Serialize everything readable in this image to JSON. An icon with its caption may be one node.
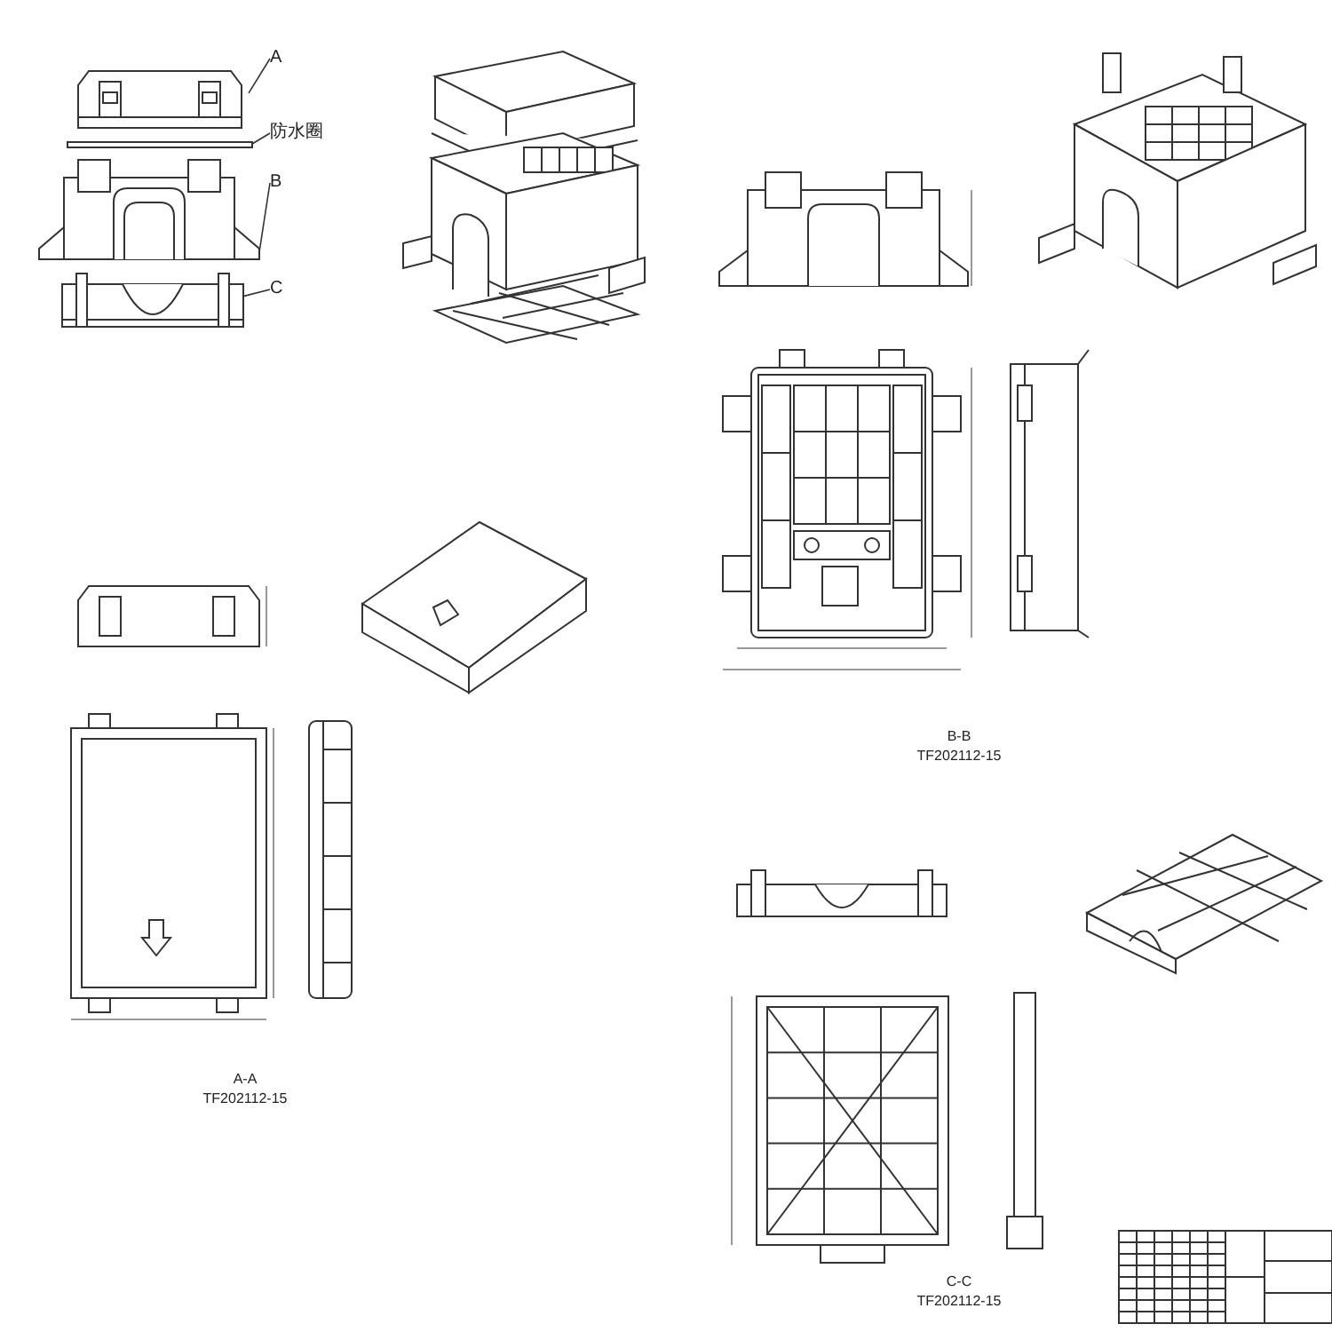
{
  "diagram": {
    "nodes": [
      {
        "text": [
          "A"
        ]
      },
      {
        "text": [
          "防水圈"
        ]
      },
      {
        "text": [
          "B"
        ]
      },
      {
        "text": [
          "C"
        ]
      },
      {
        "text": [],
        "shape": "picture"
      },
      {
        "text": [],
        "shape": "bar"
      },
      {
        "text": [],
        "shape": "picture"
      },
      {
        "text": [],
        "shape": "picture"
      }
    ],
    "edges": [
      {
        "from": 0,
        "to": 4,
        "arrow": "none"
      },
      {
        "from": 1,
        "to": 5,
        "arrow": "none"
      },
      {
        "from": 2,
        "to": 6,
        "arrow": "none"
      },
      {
        "from": 3,
        "to": 7,
        "arrow": "none"
      }
    ],
    "labels": [
      "A-A",
      "TF202112-15",
      "B-B",
      "TF202112-15",
      "C-C",
      "TF202112-15"
    ]
  }
}
